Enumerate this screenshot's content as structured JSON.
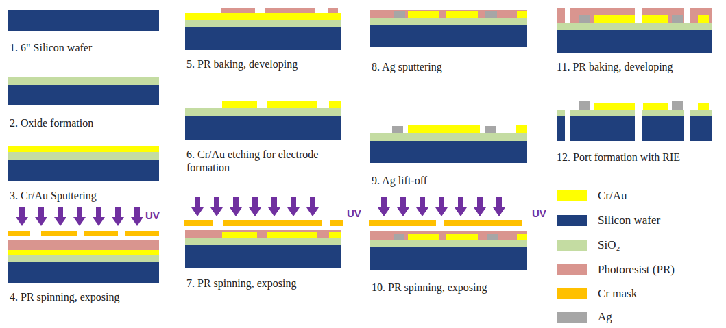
{
  "diagram": {
    "labels": [
      "1. 6\" Silicon wafer",
      "2. Oxide formation",
      "3. Cr/Au Sputtering",
      "4. PR spinning, exposing",
      "UV",
      "5. PR baking, developing",
      "6. Cr/Au etching for electrode formation",
      "7. PR spinning, exposing",
      "UV",
      "8. Ag sputtering",
      "9. Ag lift-off",
      "10. PR spinning, exposing",
      "UV",
      "11. PR baking, developing",
      "12. Port formation with RIE"
    ],
    "legend": [
      {
        "text": "Cr/Au",
        "color": "#ffff00"
      },
      {
        "text": "Silicon wafer",
        "color": "#1f3f7c"
      },
      {
        "text": "SiO₂",
        "color": "#c4dca2"
      },
      {
        "text": "Photoresist (PR)",
        "color": "#d9958f"
      },
      {
        "text": "Cr mask",
        "color": "#ffc000"
      },
      {
        "text": "Ag",
        "color": "#a6a6a6"
      }
    ]
  }
}
